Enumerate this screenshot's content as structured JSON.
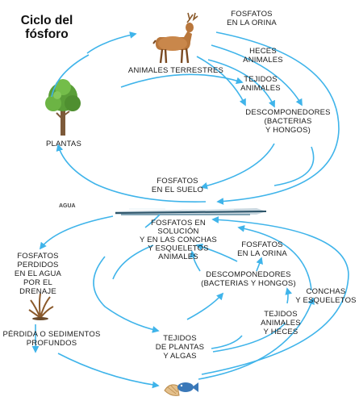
{
  "title": [
    "Ciclo del",
    "fósforo"
  ],
  "labels": {
    "animales_terrestres": [
      "ANIMALES TERRESTRES"
    ],
    "fosfatos_orina_top": [
      "FOSFATOS",
      "EN LA ORINA"
    ],
    "heces_animales": [
      "HECES",
      "ANIMALES"
    ],
    "tejidos_animales": [
      "TEJIDOS",
      "ANIMALES"
    ],
    "descomponedores_top": [
      "DESCOMPONEDORES",
      "(BACTERIAS",
      "Y HONGOS)"
    ],
    "plantas": [
      "PLANTAS"
    ],
    "fosfatos_suelo": [
      "FOSFATOS",
      "EN EL SUELO"
    ],
    "agua": [
      "AGUA"
    ],
    "fosfatos_solucion": [
      "FOSFATOS EN",
      "SOLUCIÓN",
      "Y EN LAS CONCHAS",
      "Y ESQUELETOS",
      "ANIMALES"
    ],
    "fosfatos_perdidos": [
      "FOSFATOS",
      "PERDIDOS",
      "EN EL AGUA",
      "POR EL",
      "DRENAJE"
    ],
    "fosfatos_orina_bottom": [
      "FOSFATOS",
      "EN LA ORINA"
    ],
    "descomponedores_bottom": [
      "DESCOMPONEDORES",
      "(BACTERIAS Y HONGOS)"
    ],
    "conchas_esqueletos": [
      "CONCHAS",
      "Y ESQUELETOS"
    ],
    "tejidos_animales_heces": [
      "TEJIDOS",
      "ANIMALES",
      "Y HECES"
    ],
    "perdida_sedimentos": [
      "PÉRDIDA O SEDIMENTOS",
      "PROFUNDOS"
    ],
    "tejidos_plantas_algas": [
      "TEJIDOS",
      "DE PLANTAS",
      "Y ALGAS"
    ]
  },
  "colors": {
    "arrow": "#3fb4ea",
    "text": "#1a1a1a"
  },
  "icons": [
    "deer-icon",
    "tree-icon",
    "water-icon",
    "seaweed-icon",
    "fish-shell-icon"
  ]
}
